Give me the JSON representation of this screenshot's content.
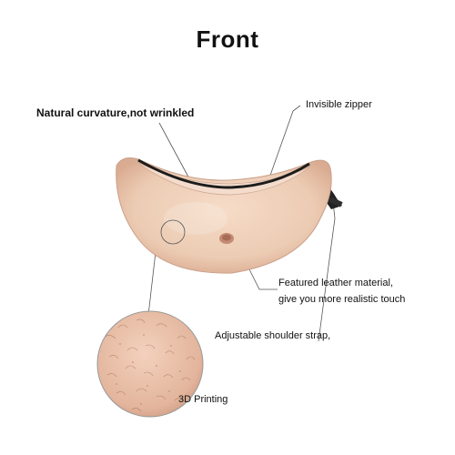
{
  "title": "Front",
  "callouts": {
    "curvature": "Natural curvature,not wrinkled",
    "zipper": "Invisible zipper",
    "leather_line1": "Featured leather material,",
    "leather_line2": "give you more realistic touch",
    "strap": "Adjustable shoulder strap,",
    "printing": "3D Printing"
  },
  "colors": {
    "skin": "#efcdb5",
    "skin_shadow": "#d9a88c",
    "zipper": "#1c1c1c",
    "leader_line": "#555555"
  }
}
